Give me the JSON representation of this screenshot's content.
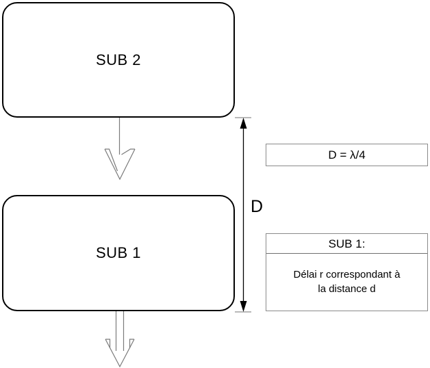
{
  "diagram": {
    "title_text": "",
    "blocks": [
      {
        "id": "sub2",
        "label": "SUB 2"
      },
      {
        "id": "sub1",
        "label": "SUB 1"
      }
    ],
    "arrows": [
      {
        "id": "arrow-sub2-down",
        "direction": "down",
        "style": "hollow-outline"
      },
      {
        "id": "arrow-sub1-down",
        "direction": "down",
        "style": "hollow-outline"
      }
    ],
    "dimension": {
      "label": "D",
      "style": "double-headed-arrow",
      "orientation": "vertical"
    },
    "formula_box": {
      "text": "D = λ/4"
    },
    "info_box": {
      "header": "SUB 1:",
      "body_line_1": "Délai r correspondant à",
      "body_line_2": "la distance d"
    },
    "colors": {
      "block_stroke": "#000000",
      "note_stroke": "#8a8a8a",
      "arrow_stroke": "#7a7a7a",
      "dimension_stroke": "#000000",
      "background": "#ffffff",
      "text": "#000000"
    }
  }
}
